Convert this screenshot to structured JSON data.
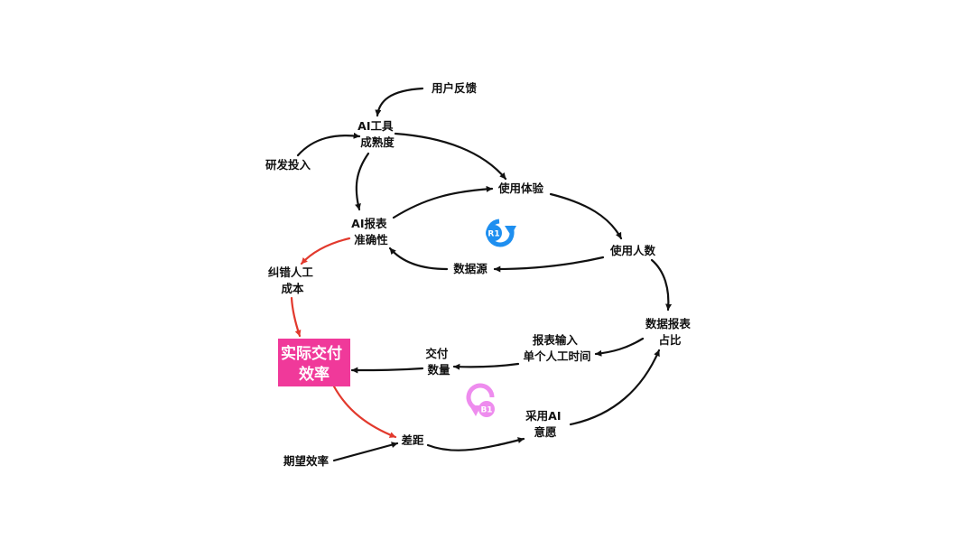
{
  "nodes": {
    "user_feedback": "用户反馈",
    "ai_maturity": [
      "AI工具",
      "成熟度"
    ],
    "rd_investment": "研发投入",
    "user_experience": "使用体验",
    "ai_accuracy": [
      "AI报表",
      "准确性"
    ],
    "user_count": "使用人数",
    "data_source": "数据源",
    "correction_cost": [
      "纠错人工",
      "成本"
    ],
    "actual_efficiency": [
      "实际交付",
      "效率"
    ],
    "report_share": [
      "数据报表",
      "占比"
    ],
    "manual_time": [
      "报表输入",
      "单个人工时间"
    ],
    "delivery_count": [
      "交付",
      "数量"
    ],
    "gap": "差距",
    "adoption_willingness": [
      "采用AI",
      "意愿"
    ],
    "expected_efficiency": "期望效率"
  },
  "loops": {
    "reinforcing": "R1",
    "balancing": "B1"
  },
  "colors": {
    "edge_default": "#111111",
    "edge_negative": "#e2392d",
    "highlight_box": "#f0399a",
    "loop_r": "#1e8ff0",
    "loop_b": "#ee8cee"
  }
}
